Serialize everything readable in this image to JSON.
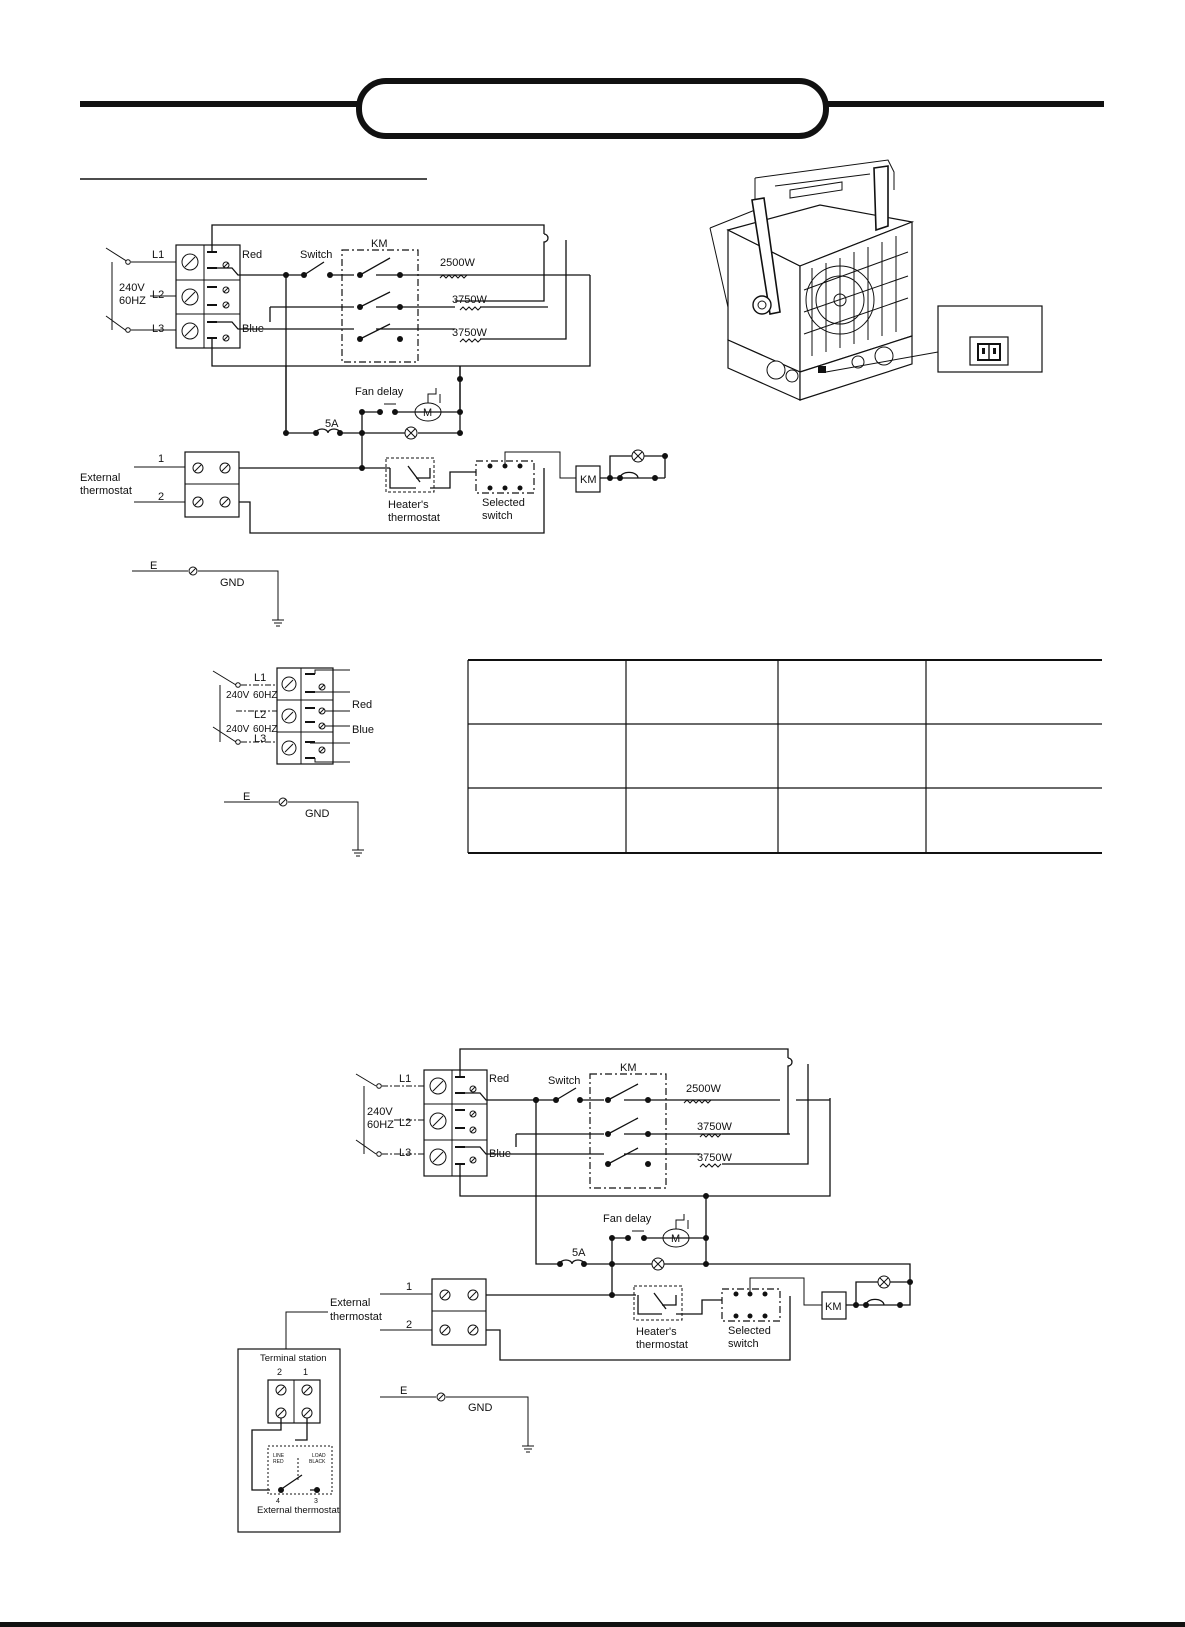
{
  "diagram1": {
    "supply": [
      "240V",
      "60HZ"
    ],
    "lines": [
      "L1",
      "L2",
      "L3"
    ],
    "wire_red": "Red",
    "wire_blue": "Blue",
    "switch": "Switch",
    "contactor": "KM",
    "loads": [
      "2500W",
      "3750W",
      "3750W"
    ],
    "fan_delay": "Fan delay",
    "motor": "M",
    "fuse": "5A",
    "ext_terms": [
      "1",
      "2"
    ],
    "ext_thermostat": [
      "External",
      "thermostat"
    ],
    "heater_thermostat": [
      "Heater's",
      "thermostat"
    ],
    "selected_switch": [
      "Selected",
      "switch"
    ],
    "km_coil": "KM",
    "earth": "E",
    "gnd": "GND"
  },
  "diagram2": {
    "supply_1": [
      "240V",
      "60HZ"
    ],
    "supply_2": [
      "240V",
      "60HZ"
    ],
    "lines": [
      "L1",
      "L2",
      "L3"
    ],
    "wire_red": "Red",
    "wire_blue": "Blue",
    "earth": "E",
    "gnd": "GND"
  },
  "diagram3": {
    "supply": [
      "240V",
      "60HZ"
    ],
    "lines": [
      "L1",
      "L2",
      "L3"
    ],
    "wire_red": "Red",
    "wire_blue": "Blue",
    "switch": "Switch",
    "contactor": "KM",
    "loads": [
      "2500W",
      "3750W",
      "3750W"
    ],
    "fan_delay": "Fan delay",
    "motor": "M",
    "fuse": "5A",
    "ext_terms": [
      "1",
      "2"
    ],
    "ext_thermostat": [
      "External",
      "thermostat"
    ],
    "heater_thermostat": [
      "Heater's",
      "thermostat"
    ],
    "selected_switch": [
      "Selected",
      "switch"
    ],
    "km_coil": "KM",
    "earth": "E",
    "gnd": "GND",
    "terminal_station": "Terminal station",
    "station_terms": [
      "2",
      "1"
    ],
    "line_label": [
      "LINE",
      "RED"
    ],
    "load_label": [
      "LOAD",
      "BLACK"
    ],
    "station_bottom_terms": [
      "4",
      "3"
    ],
    "station_caption": "External thermostat"
  }
}
